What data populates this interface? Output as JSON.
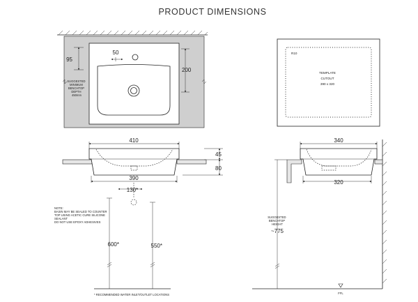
{
  "title": "PRODUCT DIMENSIONS",
  "top_view": {
    "dim_hole_offset": "50",
    "dim_hole_from_wall": "95",
    "dim_bowl_depth": "200",
    "benchtop_note": [
      "SUGGESTED",
      "MINIMUM",
      "BENCHTOP",
      "DEPTH",
      "450mm"
    ]
  },
  "template": {
    "radius": "R10",
    "label_line1": "TEMPLATE",
    "label_line2": "CUTOUT",
    "size": "390 x 320"
  },
  "front_view": {
    "width_top": "410",
    "width_bottom": "390",
    "height_above": "45",
    "height_below": "80",
    "outlet_spacing": "130*",
    "inlet_height": "600*",
    "outlet_height": "550*"
  },
  "side_view": {
    "width_top": "340",
    "width_bottom": "320",
    "bench_note": [
      "SUGGESTED",
      "BENCHTOP",
      "HEIGHT",
      "~775"
    ],
    "floor_label": "FFL"
  },
  "notes": {
    "install": [
      "NOTE:",
      "BASIN MAY BE SEALED TO COUNTER",
      "TOP USING ACETIC CURE SILICONE",
      "SEALANT",
      "DO NOT USE EPOXY ADHESIVES"
    ],
    "footnote": "* RECOMMENDED WATER INLET/OUTLET LOCATIONS"
  }
}
